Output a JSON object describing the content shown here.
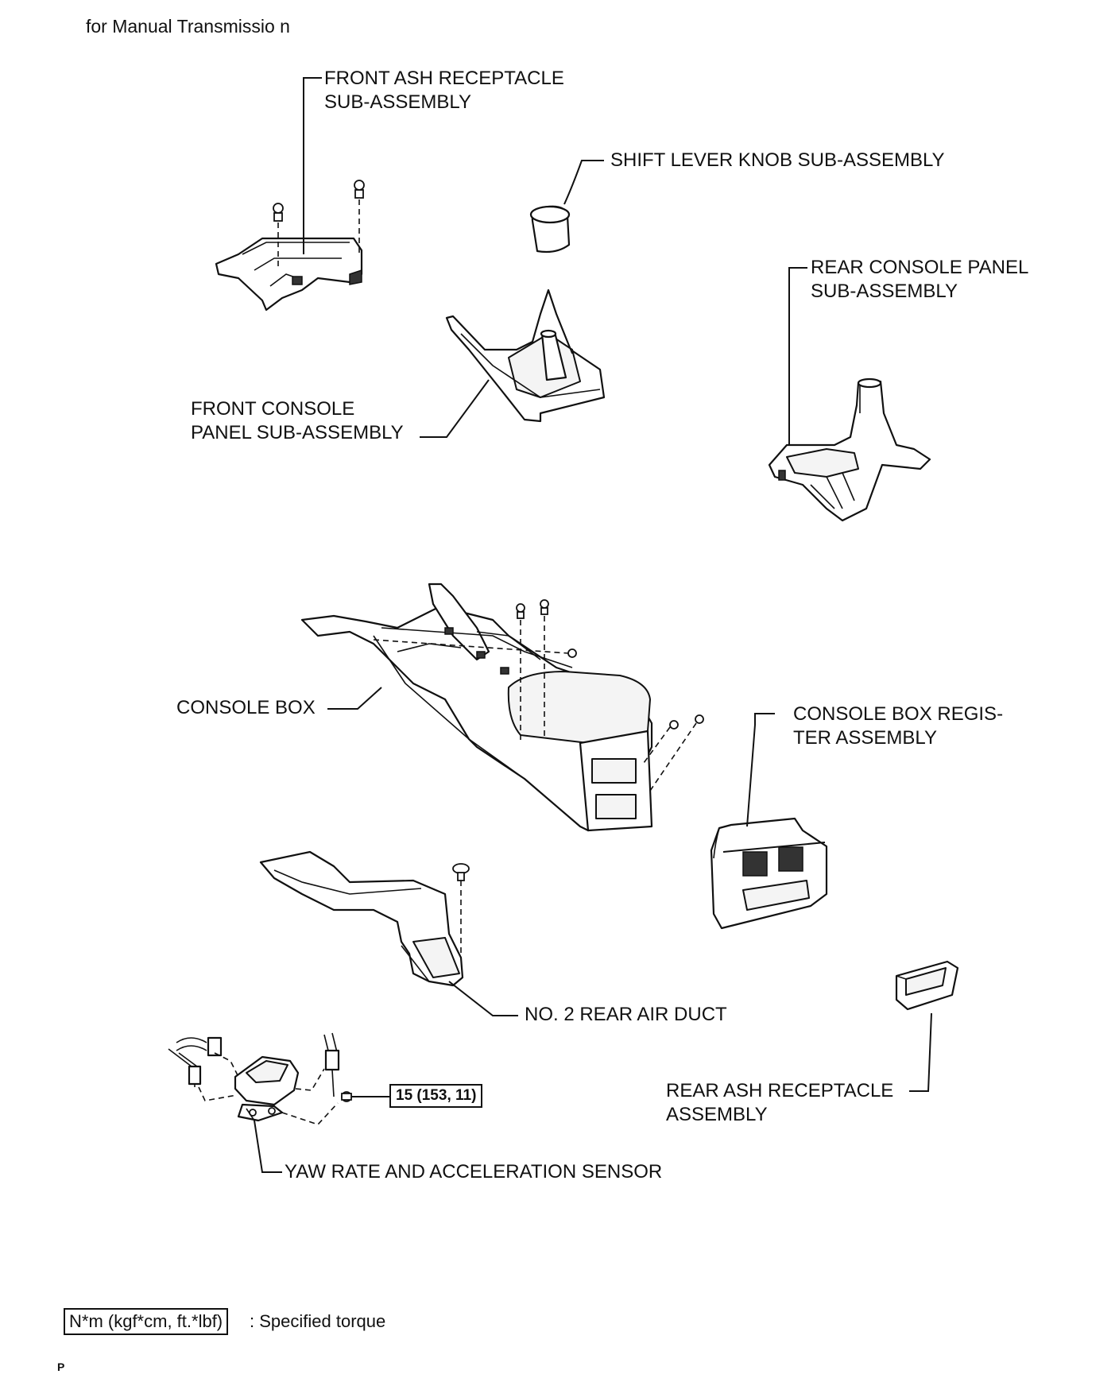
{
  "header": {
    "text": "for Manual  Transmissio n"
  },
  "labels": {
    "front_ash_receptacle": [
      "FRONT ASH RECEPTACLE",
      "SUB-ASSEMBLY"
    ],
    "shift_lever_knob": [
      "SHIFT LEVER KNOB SUB-ASSEMBLY"
    ],
    "rear_console_panel": [
      "REAR CONSOLE PANEL",
      "SUB-ASSEMBLY"
    ],
    "front_console_panel": [
      "FRONT CONSOLE",
      "PANEL SUB-ASSEMBLY"
    ],
    "console_box": [
      "CONSOLE BOX"
    ],
    "console_box_register": [
      "CONSOLE BOX REGIS-",
      "TER ASSEMBLY"
    ],
    "no2_rear_air_duct": [
      "NO. 2 REAR AIR DUCT"
    ],
    "rear_ash_receptacle": [
      "REAR ASH RECEPTACLE",
      "ASSEMBLY"
    ],
    "yaw_rate_sensor": [
      "YAW RATE AND ACCELERATION SENSOR"
    ]
  },
  "torque": {
    "value": "15 (153, 11)"
  },
  "legend": {
    "unit_box": "N*m (kgf*cm, ft.*lbf)",
    "description": ": Specified torque"
  },
  "footer": {
    "page_mark": "P"
  }
}
